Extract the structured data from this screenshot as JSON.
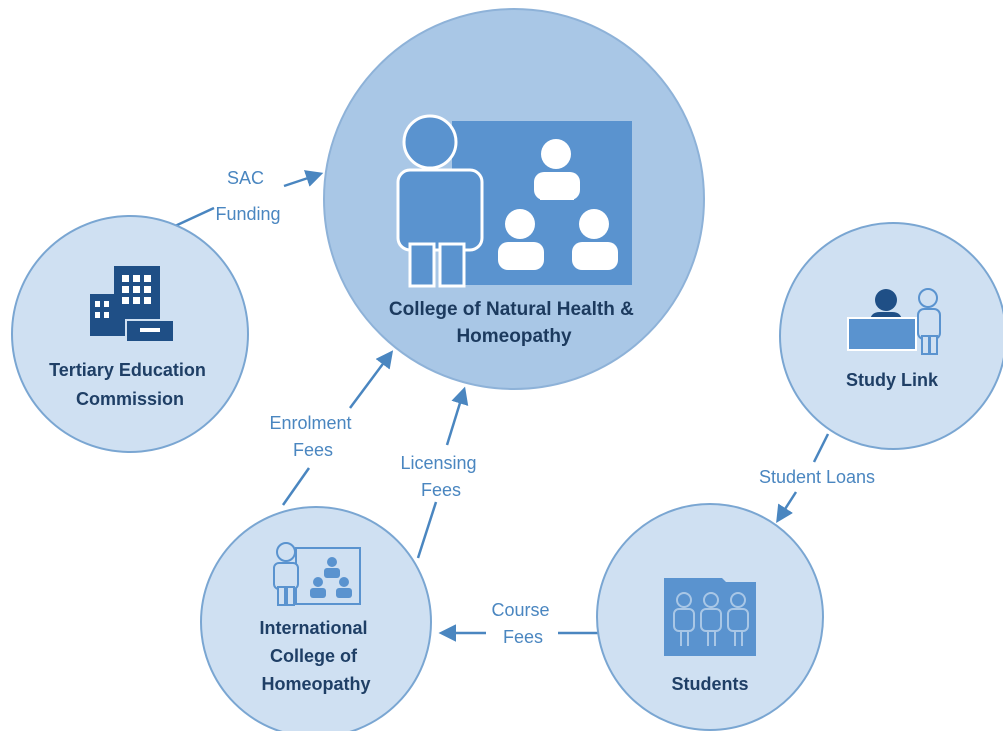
{
  "diagram": {
    "nodes": {
      "college": {
        "lines": [
          "College of Natural Health &",
          "Homeopathy"
        ]
      },
      "tec": {
        "lines": [
          "Tertiary Education",
          "Commission"
        ]
      },
      "studylink": {
        "lines": [
          "Study Link"
        ]
      },
      "icoh": {
        "lines": [
          "International",
          "College of",
          "Homeopathy"
        ]
      },
      "students": {
        "lines": [
          "Students"
        ]
      }
    },
    "edges": {
      "sac_funding": {
        "lines": [
          "SAC",
          "Funding"
        ]
      },
      "enrolment_fees": {
        "lines": [
          "Enrolment",
          "Fees"
        ]
      },
      "licensing_fees": {
        "lines": [
          "Licensing",
          "Fees"
        ]
      },
      "student_loans": {
        "lines": [
          "Student Loans"
        ]
      },
      "course_fees": {
        "lines": [
          "Course",
          "Fees"
        ]
      }
    },
    "colors": {
      "main_circle": "#a9c7e6",
      "main_circle_stroke": "#8eb2d8",
      "small_circle": "#cfe0f2",
      "small_circle_stroke": "#7aa6d2",
      "icon_dark": "#1f4f86",
      "icon_mid": "#5a93cf",
      "arrow": "#4a86c0",
      "edge_label": "#4a86c0"
    }
  }
}
